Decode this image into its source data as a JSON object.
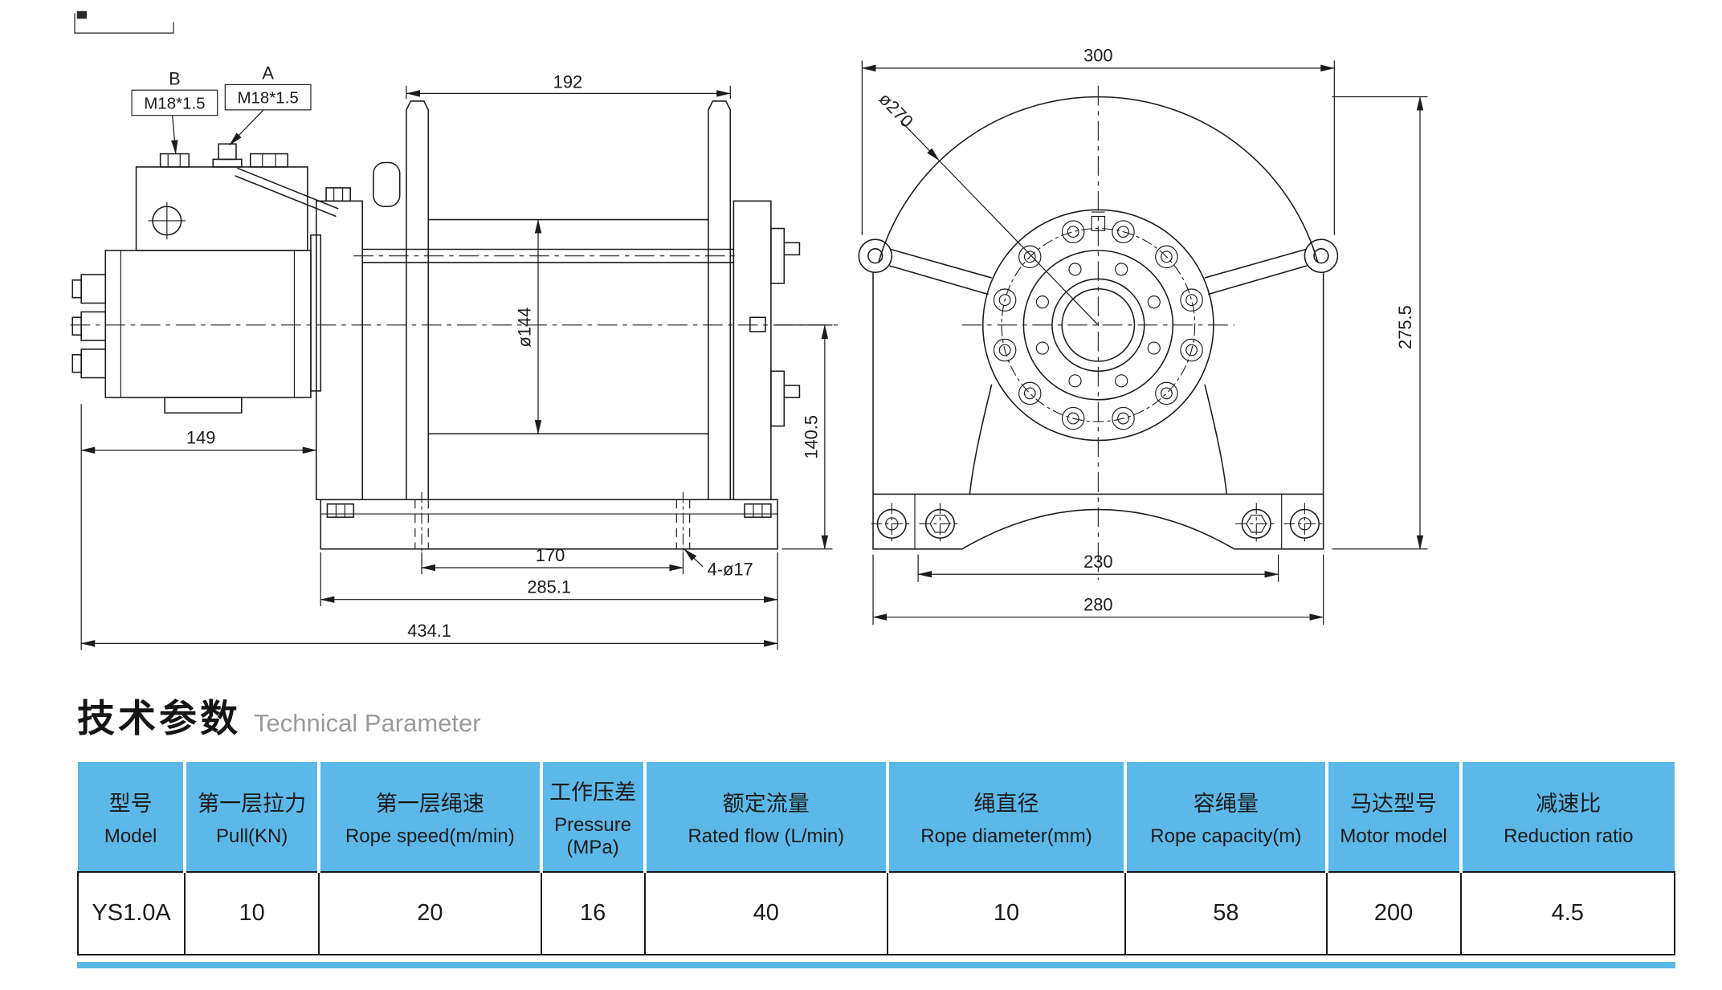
{
  "colors": {
    "table_header_bg": "#5cb8e8",
    "drawing_line": "#1c1c1c",
    "title_en_color": "#9a9a9a"
  },
  "drawing": {
    "side_view": {
      "dim_flange_width": "192",
      "port_b_label": "B",
      "port_b_thread": "M18*1.5",
      "port_a_label": "A",
      "port_a_thread": "M18*1.5",
      "dim_drum_diameter": "ø144",
      "dim_motor_length": "149",
      "dim_center_height": "140.5",
      "dim_hole_spacing": "170",
      "dim_mount_holes": "4-ø17",
      "dim_base_length": "285.1",
      "dim_overall_length": "434.1"
    },
    "front_view": {
      "dim_overall_width": "300",
      "dim_flange_diameter": "ø270",
      "dim_overall_height": "275.5",
      "dim_bolt_spacing": "230",
      "dim_base_width": "280"
    }
  },
  "section": {
    "title_zh": "技术参数",
    "title_en": "Technical Parameter"
  },
  "table": {
    "columns": [
      {
        "zh": "型号",
        "en": "Model"
      },
      {
        "zh": "第一层拉力",
        "en": "Pull(KN)"
      },
      {
        "zh": "第一层绳速",
        "en": "Rope speed(m/min)"
      },
      {
        "zh": "工作压差",
        "en": "Pressure",
        "en2": "(MPa)"
      },
      {
        "zh": "额定流量",
        "en": "Rated flow (L/min)"
      },
      {
        "zh": "绳直径",
        "en": "Rope diameter(mm)"
      },
      {
        "zh": "容绳量",
        "en": "Rope capacity(m)"
      },
      {
        "zh": "马达型号",
        "en": "Motor model"
      },
      {
        "zh": "减速比",
        "en": "Reduction ratio"
      }
    ],
    "values": [
      "YS1.0A",
      "10",
      "20",
      "16",
      "40",
      "10",
      "58",
      "200",
      "4.5"
    ]
  }
}
